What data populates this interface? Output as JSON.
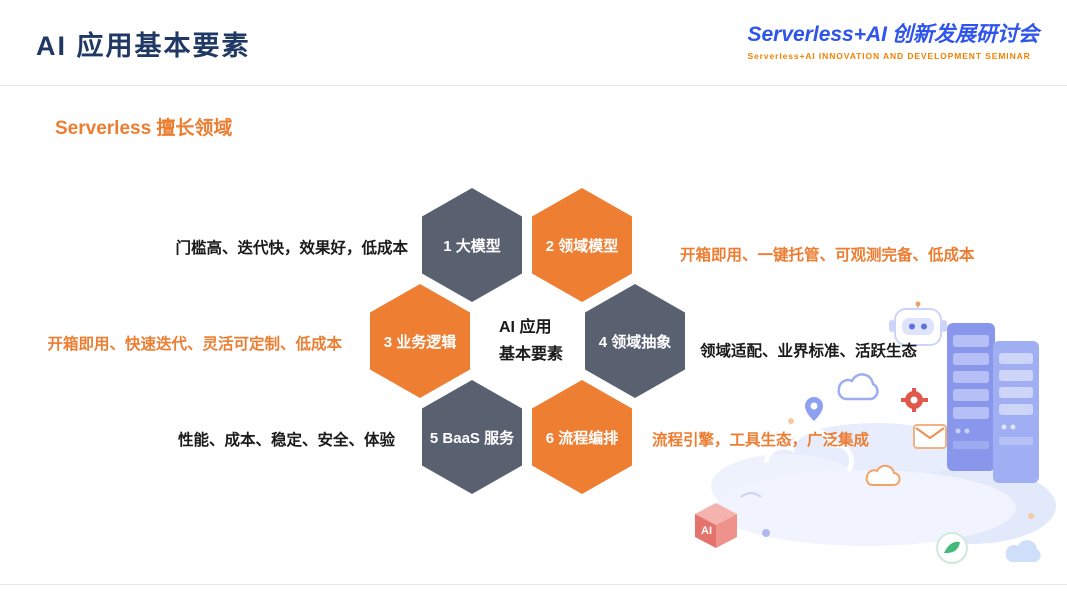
{
  "colors": {
    "navy": "#1F3864",
    "orange": "#ED7D31",
    "hex_gray": "#596070",
    "hex_orange": "#EE7E32",
    "logo_blue": "#2F54EB"
  },
  "header": {
    "title": "AI 应用基本要素",
    "logo": {
      "brand": "Serverless+AI",
      "brand_cn": "创新发展研讨会",
      "subtitle": "Serverless+AI INNOVATION AND DEVELOPMENT SEMINAR"
    }
  },
  "section": {
    "subtitle": "Serverless 擅长领域"
  },
  "diagram": {
    "center": {
      "line1": "AI 应用",
      "line2": "基本要素"
    },
    "hexagons": [
      {
        "label": "1 大模型",
        "color": "gray"
      },
      {
        "label": "2 领域模型",
        "color": "orange"
      },
      {
        "label": "3 业务逻辑",
        "color": "orange"
      },
      {
        "label": "4 领域抽象",
        "color": "gray"
      },
      {
        "label": "5 BaaS 服务",
        "color": "gray"
      },
      {
        "label": "6 流程编排",
        "color": "orange"
      }
    ],
    "annotations": [
      {
        "text": "门槛高、迭代快，效果好，低成本",
        "emphasis": "dark"
      },
      {
        "text": "开箱即用、一键托管、可观测完备、低成本",
        "emphasis": "orange"
      },
      {
        "text": "开箱即用、快速迭代、灵活可定制、低成本",
        "emphasis": "orange"
      },
      {
        "text": "领域适配、业界标准、活跃生态",
        "emphasis": "dark"
      },
      {
        "text": "性能、成本、稳定、安全、体验",
        "emphasis": "dark"
      },
      {
        "text": "流程引擎，工具生态，广泛集成",
        "emphasis": "orange"
      }
    ]
  },
  "illustration": {
    "cube_label": "AI"
  }
}
